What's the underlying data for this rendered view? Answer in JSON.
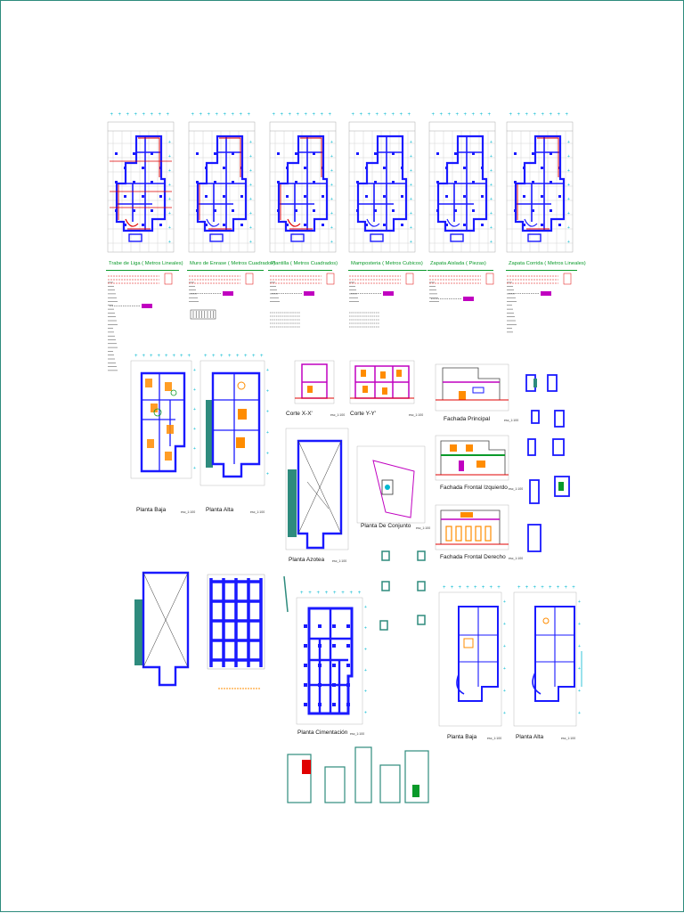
{
  "sheet": {
    "frame_color": "#2e8b7d"
  },
  "quantity_plans": [
    {
      "title": "Trabe de Liga  ( Metros Lineales)"
    },
    {
      "title": "Muro de Enrase  ( Metros Cuadrados)"
    },
    {
      "title": "Plantilla  ( Metros Cuadrados)"
    },
    {
      "title": "Mamposteria  ( Metros Cubicos)"
    },
    {
      "title": "Zapata Aislada  ( Piezas)"
    },
    {
      "title": "Zapata Corrida  ( Metros Lineales)"
    }
  ],
  "views": {
    "planta_baja_1": "Planta Baja",
    "planta_alta_1": "Planta Alta",
    "corte_xx": "Corte  X-X'",
    "corte_yy": "Corte  Y-Y'",
    "planta_azotea": "Planta Azotea",
    "planta_conjunto": "Planta De Conjunto",
    "fachada_principal": "Fachada Principal",
    "fachada_izq": "Fachada Frontal Izquierdo",
    "fachada_der": "Fachada Frontal Derecho",
    "planta_cimentacion": "Planta Cimentación",
    "planta_baja_2": "Planta Baja",
    "planta_alta_2": "Planta Alta"
  },
  "scale_label": "esc_1:100",
  "colors": {
    "wall": "#1a1aff",
    "red": "#e00000",
    "cyan": "#00b8d0",
    "teal": "#2e8b7d",
    "magenta": "#c000c0",
    "green": "#0a9a2a",
    "orange": "#ff8c00"
  }
}
